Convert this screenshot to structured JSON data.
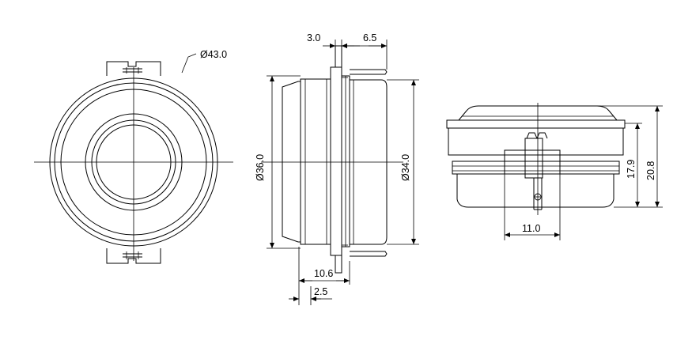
{
  "dimensions": {
    "front_outer_diameter": "Ø43.0",
    "side_top_left": "3.0",
    "side_top_right": "6.5",
    "side_left_diameter": "Ø36.0",
    "side_right_diameter": "Ø34.0",
    "side_bottom_depth": "10.6",
    "side_bottom_small": "2.5",
    "back_terminal_width": "11.0",
    "back_inner_height": "17.9",
    "back_total_height": "20.8"
  }
}
